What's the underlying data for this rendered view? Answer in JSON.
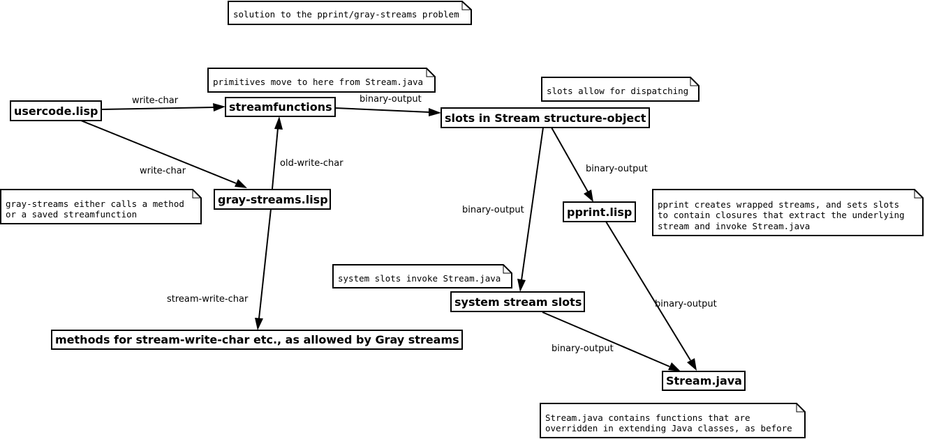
{
  "nodes": {
    "usercode": "usercode.lisp",
    "streamfunctions": "streamfunctions",
    "slots": "slots in Stream structure-object",
    "gray_streams": "gray-streams.lisp",
    "pprint": "pprint.lisp",
    "system_slots": "system stream slots",
    "methods": "methods for stream-write-char etc., as allowed by Gray streams",
    "stream_java": "Stream.java"
  },
  "notes": {
    "solution": [
      "solution to the pprint/gray-streams problem"
    ],
    "primitives": [
      "primitives move to here from Stream.java"
    ],
    "dispatching": [
      "slots allow for dispatching"
    ],
    "gray_calls": [
      "gray-streams either calls a method",
      "or a saved streamfunction"
    ],
    "pprint_wraps": [
      "pprint creates wrapped streams, and sets slots",
      "to contain closures that extract the underlying",
      "stream and invoke Stream.java"
    ],
    "system_invoke": [
      "system slots invoke Stream.java"
    ],
    "stream_java_note": [
      "Stream.java contains functions that are",
      "overridden in extending Java classes, as before"
    ]
  },
  "edges": {
    "usercode_to_streamfunctions": "write-char",
    "usercode_to_gray": "write-char",
    "streamfunctions_to_slots": "binary-output",
    "gray_to_streamfunctions": "old-write-char",
    "slots_to_pprint": "binary-output",
    "slots_to_system": "binary-output",
    "gray_to_methods": "stream-write-char",
    "pprint_to_stream_java": "binary-output",
    "system_to_stream_java": "binary-output"
  }
}
